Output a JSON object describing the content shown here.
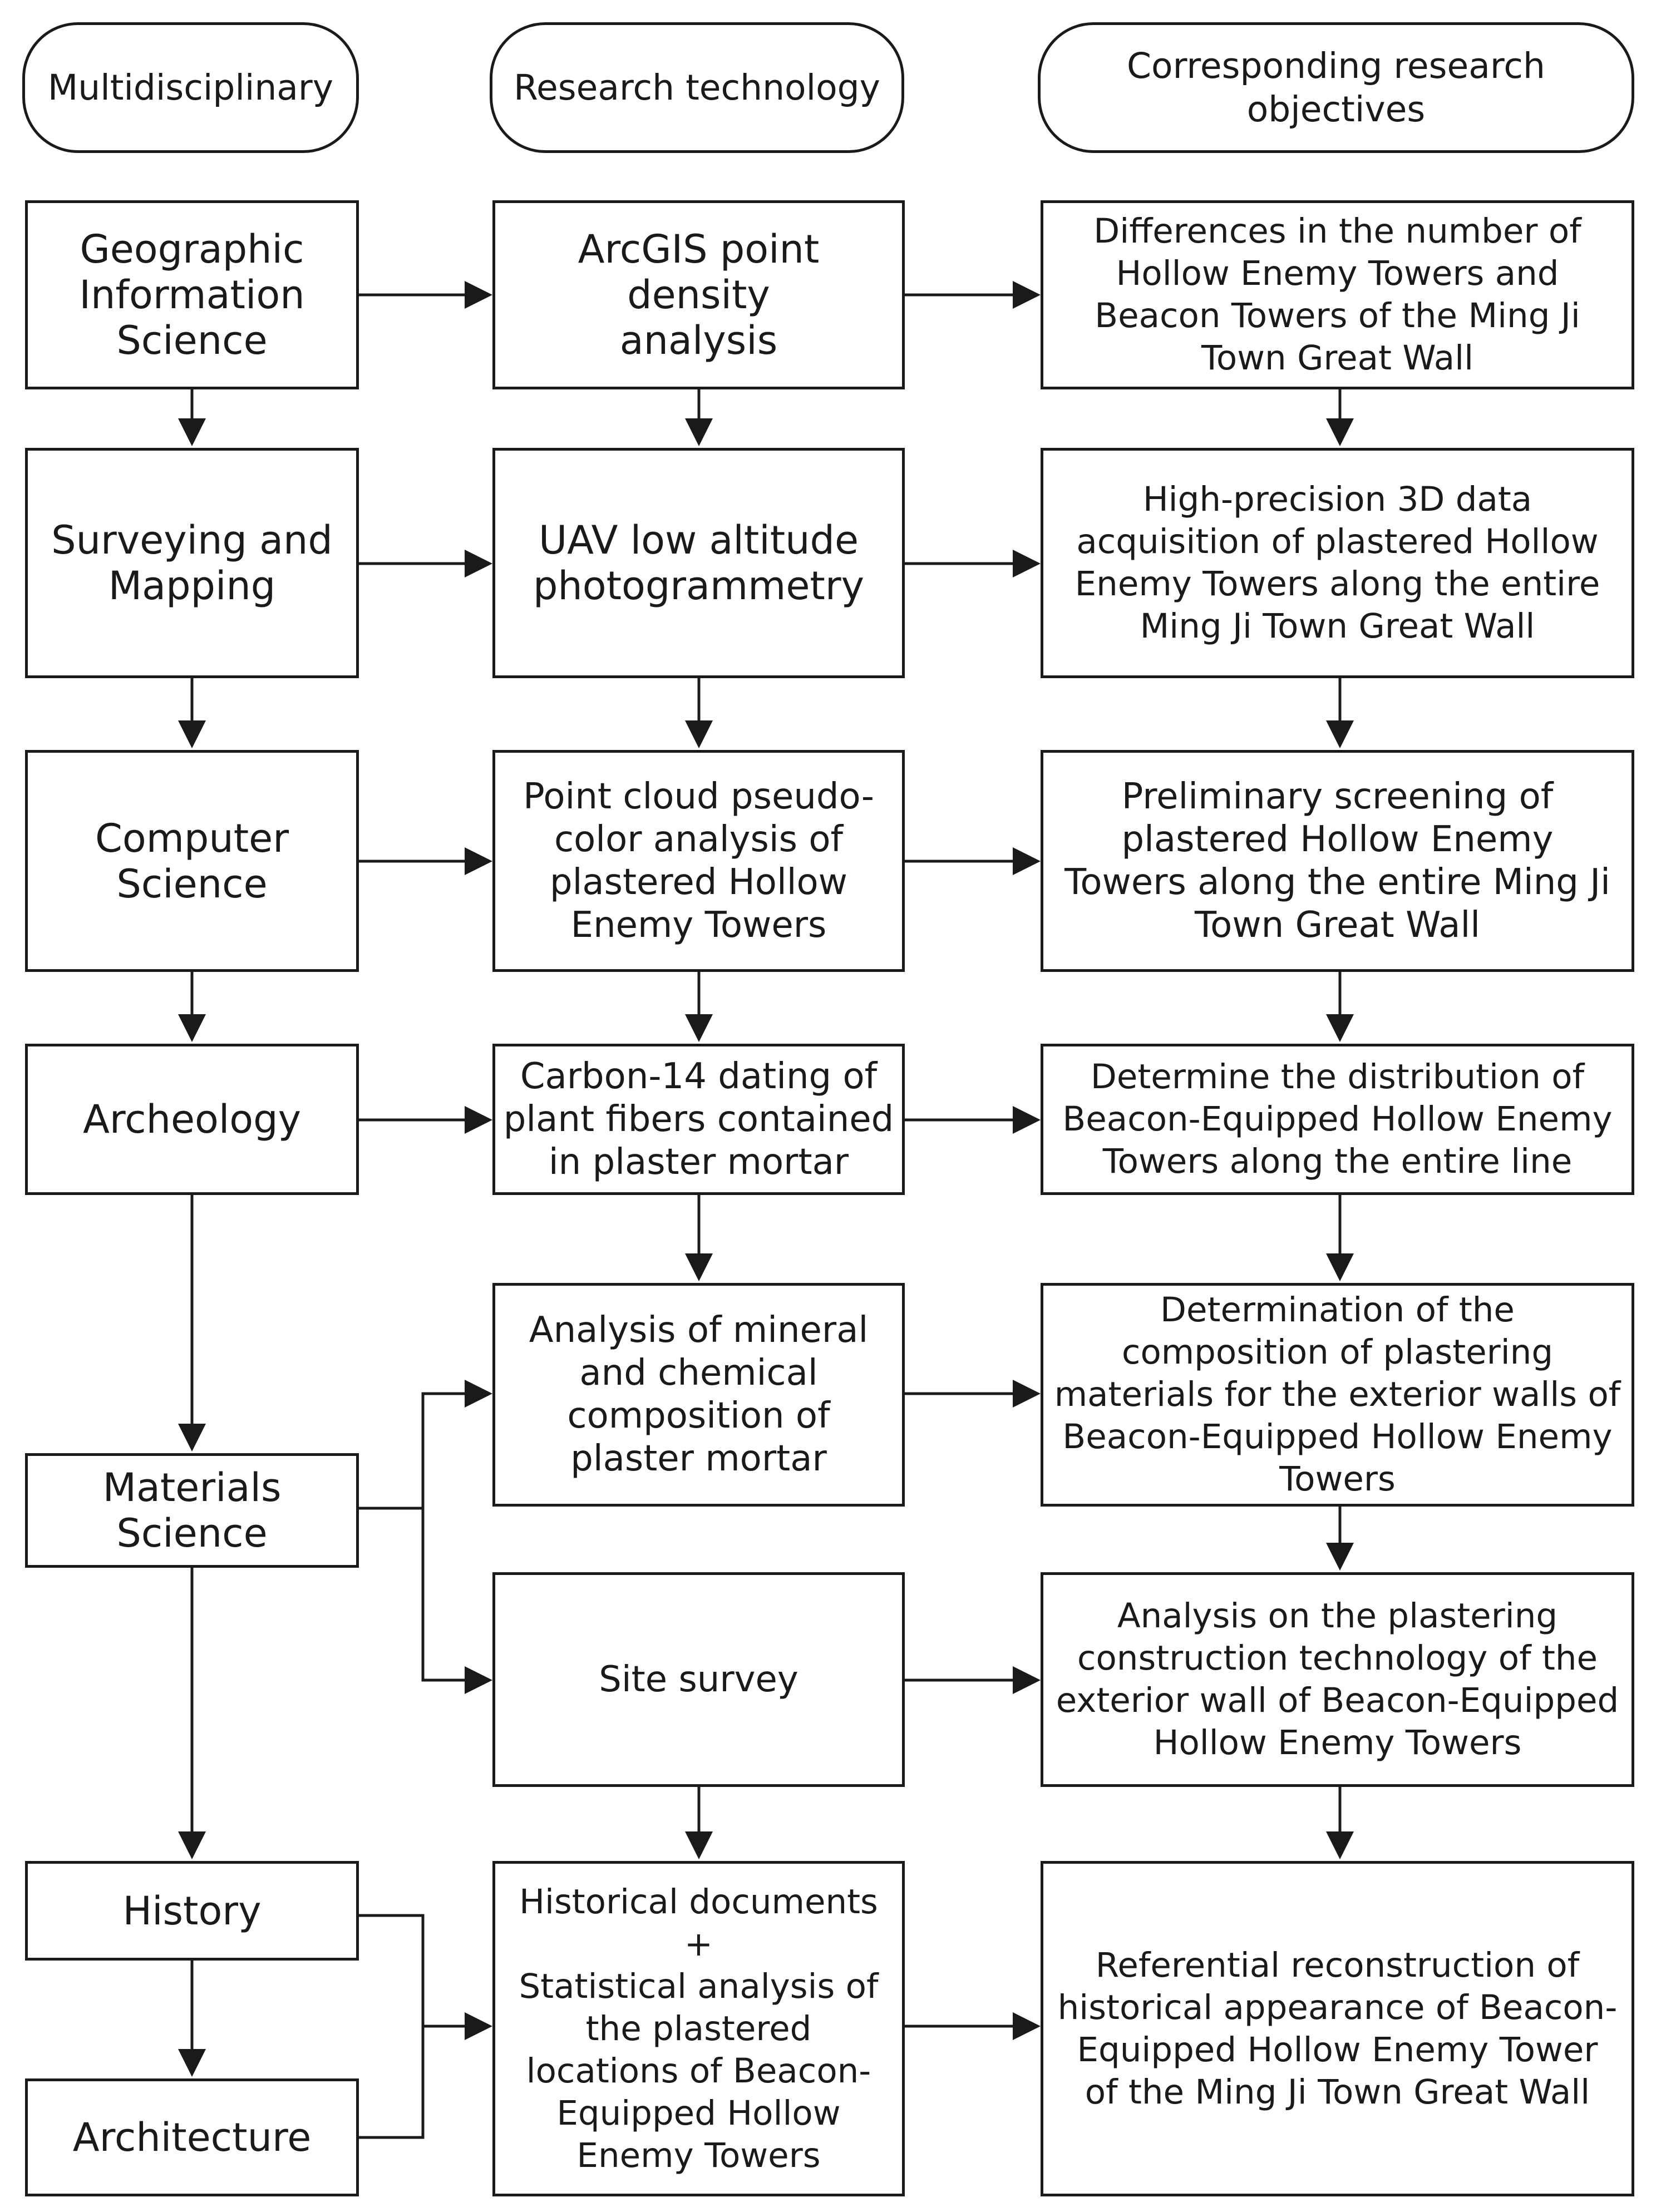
{
  "headers": {
    "col1": "Multidisciplinary",
    "col2": "Research technology",
    "col3": "Corresponding research\nobjectives"
  },
  "disciplines": {
    "geo": "Geographic\nInformation\nScience",
    "survey": "Surveying and\nMapping",
    "computer": "Computer\nScience",
    "archeology": "Archeology",
    "materials": "Materials\nScience",
    "history": "History",
    "architecture": "Architecture"
  },
  "technologies": {
    "arcgis": "ArcGIS point density\nanalysis",
    "uav": "UAV low altitude\nphotogrammetry",
    "pointcloud": "Point cloud pseudo-\ncolor analysis of\nplastered Hollow\nEnemy Towers",
    "carbon": "Carbon-14 dating of\nplant fibers contained\nin plaster mortar",
    "mineral": "Analysis of mineral\nand chemical\ncomposition of\nplaster mortar",
    "site": "Site survey",
    "historical": "Historical documents\n+\nStatistical analysis of\nthe plastered\nlocations of Beacon-\nEquipped Hollow\nEnemy Towers"
  },
  "objectives": {
    "differences": "Differences in the number of\nHollow Enemy Towers and\nBeacon Towers of the Ming Ji\nTown Great Wall",
    "acquisition": "High-precision 3D data\nacquisition of plastered Hollow\nEnemy Towers along the entire\nMing Ji Town Great Wall",
    "screening": "Preliminary screening of\nplastered Hollow Enemy\nTowers along the entire Ming Ji\nTown Great Wall",
    "distribution": "Determine the distribution of\nBeacon-Equipped Hollow Enemy\nTowers along the entire line",
    "composition": "Determination of the\ncomposition of plastering\nmaterials for the exterior walls of\nBeacon-Equipped Hollow Enemy\nTowers",
    "construction": "Analysis on the plastering\nconstruction technology of the\nexterior wall of Beacon-Equipped\nHollow Enemy Towers",
    "reconstruction": "Referential reconstruction of\nhistorical appearance of Beacon-\nEquipped Hollow Enemy Tower\nof the Ming Ji Town Great Wall"
  },
  "colors": {
    "line": "#1a1a1a",
    "background": "#ffffff"
  }
}
